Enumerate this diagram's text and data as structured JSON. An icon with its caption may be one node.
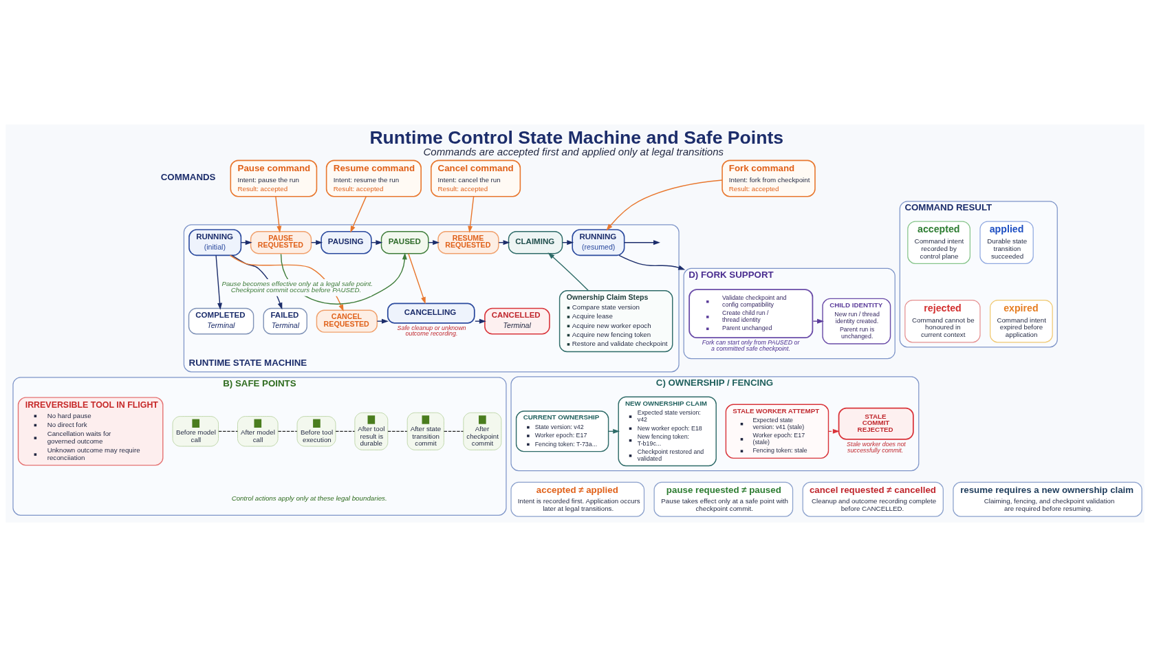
{
  "diagram": {
    "title": "Runtime Control State Machine and Safe Points",
    "caption": "Commands are accepted first and applied only at legal transitions",
    "nodes": [
      {
        "text": [
          "Pause command",
          "Intent: pause the run",
          "Result: accepted"
        ]
      },
      {
        "text": [
          "Resume command",
          "Intent: resume the run",
          "Result: accepted"
        ]
      },
      {
        "text": [
          "Cancel command",
          "Intent: cancel the run",
          "Result: accepted"
        ]
      },
      {
        "text": [
          "Fork command",
          "Intent: fork from checkpoint",
          "Result: accepted"
        ]
      },
      {
        "text": [
          "RUNTIME STATE MACHINE"
        ]
      },
      {
        "text": [
          "RUNNING",
          "(initial)"
        ],
        "in": 4
      },
      {
        "text": [
          "PAUSE REQUESTED"
        ],
        "in": 4
      },
      {
        "text": [
          "PAUSING"
        ],
        "in": 4
      },
      {
        "text": [
          "PAUSED"
        ],
        "in": 4
      },
      {
        "text": [
          "RESUME REQUESTED"
        ],
        "in": 4
      },
      {
        "text": [
          "CLAIMING"
        ],
        "in": 4
      },
      {
        "text": [
          "RUNNING",
          "(resumed)"
        ],
        "in": 4
      },
      {
        "text": [
          "Ownership Claim Steps",
          "Compare state version",
          "Acquire lease",
          "Acquire new worker epoch",
          "Acquire new fencing token",
          "Restore and validate checkpoint"
        ],
        "in": 4
      },
      {
        "text": [
          "COMPLETED",
          "Terminal"
        ],
        "in": 4
      },
      {
        "text": [
          "FAILED",
          "Terminal"
        ],
        "in": 4
      },
      {
        "text": [
          "CANCEL REQUESTED"
        ],
        "in": 4
      },
      {
        "text": [
          "CANCELLING"
        ],
        "in": 4,
        "beside": [
          "Safe cleanup or unknown outcome recording."
        ]
      },
      {
        "text": [
          "CANCELLED",
          "Terminal"
        ],
        "in": 4
      },
      {
        "text": [
          "COMMAND RESULT"
        ]
      },
      {
        "text": [
          "accepted",
          "Command intent recorded by control plane"
        ],
        "in": 18
      },
      {
        "text": [
          "applied",
          "Durable state transition succeeded"
        ],
        "in": 18
      },
      {
        "text": [
          "rejected",
          "Command cannot be honoured in current context"
        ],
        "in": 18
      },
      {
        "text": [
          "expired",
          "Command intent expired before application"
        ],
        "in": 18
      },
      {
        "text": [
          "B) SAFE POINTS"
        ]
      },
      {
        "text": [
          "IRREVERSIBLE TOOL IN FLIGHT",
          "No hard pause",
          "No direct fork",
          "Cancellation waits for governed outcome",
          "Unknown outcome may require reconciiation"
        ],
        "in": 23
      },
      {
        "text": [
          "Before model call"
        ],
        "in": 23
      },
      {
        "text": [
          "After model call"
        ],
        "in": 23
      },
      {
        "text": [
          "Before tool execution"
        ],
        "in": 23
      },
      {
        "text": [
          "After tool result is durable"
        ],
        "in": 23
      },
      {
        "text": [
          "After state transition commit"
        ],
        "in": 23
      },
      {
        "text": [
          "After checkpoint commit"
        ],
        "in": 23
      },
      {
        "text": [
          "C) OWNERSHIP / FENCING"
        ]
      },
      {
        "text": [
          "CURRENT OWNERSHIP",
          "State version: v42",
          "Worker epoch: E17",
          "Fencing token: T-73a..."
        ],
        "in": 31
      },
      {
        "text": [
          "NEW OWNERSHIP CLAIM",
          "Expected state version: v42",
          "New worker epoch: E18",
          "New fencing token: T-b19c...",
          "Checkpoint restored and validated"
        ],
        "in": 31
      },
      {
        "text": [
          "STALE WORKER ATTEMPT",
          "Expected state version: v41 (stale)",
          "Worker epoch: E17 (stale)",
          "Fencing token: stale"
        ],
        "in": 31
      },
      {
        "text": [
          "STALE COMMIT REJECTED"
        ],
        "in": 31,
        "beside": [
          "Stale worker does not successfully commit."
        ]
      },
      {
        "text": [
          "D) FORK SUPPORT"
        ]
      },
      {
        "text": [
          "Validate checkpoint and config compatibility",
          "Create child run / thread identity",
          "Parent unchanged"
        ],
        "in": 36,
        "beside": [
          "Fork can start only from PAUSED or a committed safe checkpoint."
        ]
      },
      {
        "text": [
          "CHILD IDENTITY",
          "New run / thread identity created.",
          "Parent run is unchanged."
        ],
        "in": 36
      },
      {
        "text": [
          "accepted ≠ applied",
          "Intent is recorded first. Application occurs later at legal transitions."
        ]
      },
      {
        "text": [
          "pause requested ≠ paused",
          "Pause takes effect only at a safe point with checkpoint commit."
        ]
      },
      {
        "text": [
          "cancel requested ≠ cancelled",
          "Cleanup and outcome recording complete before CANCELLED."
        ]
      },
      {
        "text": [
          "resume requires a new ownership claim",
          "Claiming, fencing, and checkpoint validation are required before resuming."
        ]
      }
    ],
    "edges": [
      {
        "from": 0,
        "to": 6,
        "arrow": "to",
        "color": "#e8772e"
      },
      {
        "from": 1,
        "to": 7,
        "arrow": "to",
        "color": "#e8772e"
      },
      {
        "from": 2,
        "to": 9,
        "arrow": "to",
        "color": "#e8772e"
      },
      {
        "from": 3,
        "to": 11,
        "arrow": "to",
        "color": "#e8772e"
      },
      {
        "from": 5,
        "to": 6,
        "arrow": "to"
      },
      {
        "from": 6,
        "to": 7,
        "arrow": "to"
      },
      {
        "from": 7,
        "to": 8,
        "arrow": "to"
      },
      {
        "from": 8,
        "to": 9,
        "arrow": "to"
      },
      {
        "from": 9,
        "to": 10,
        "arrow": "to"
      },
      {
        "from": 10,
        "to": 11,
        "arrow": "to"
      },
      {
        "from": 11,
        "to": null,
        "arrow": "to"
      },
      {
        "from": 12,
        "to": 10,
        "arrow": "to",
        "color": "#2e6b68"
      },
      {
        "from": 5,
        "to": 13,
        "arrow": "to"
      },
      {
        "from": 5,
        "to": 14,
        "arrow": "to"
      },
      {
        "from": 5,
        "to": 15,
        "arrow": "to",
        "color": "#e8772e"
      },
      {
        "from": 8,
        "to": 16,
        "arrow": "to",
        "color": "#e8772e"
      },
      {
        "from": 15,
        "to": 16,
        "arrow": "to"
      },
      {
        "from": 16,
        "to": 17,
        "arrow": "to"
      },
      {
        "from": 11,
        "to": 36,
        "arrow": "to"
      },
      {
        "from": 25,
        "to": 26,
        "arrow": "none",
        "style": "dashed",
        "color": "#222222"
      },
      {
        "from": 26,
        "to": 27,
        "arrow": "none",
        "style": "dashed",
        "color": "#222222"
      },
      {
        "from": 27,
        "to": 28,
        "arrow": "none",
        "style": "dashed",
        "color": "#222222"
      },
      {
        "from": 28,
        "to": 29,
        "arrow": "none",
        "style": "dashed",
        "color": "#222222"
      },
      {
        "from": 29,
        "to": 30,
        "arrow": "none",
        "style": "dashed",
        "color": "#222222"
      },
      {
        "from": 32,
        "to": 33,
        "arrow": "to",
        "color": "#2e6b68"
      },
      {
        "from": 34,
        "to": 35,
        "arrow": "to",
        "style": "dashed",
        "color": "#d9343a"
      },
      {
        "from": 37,
        "to": 38,
        "arrow": "to",
        "color": "#5b3c9a"
      },
      {
        "from": 6,
        "to": 8,
        "arrow": "to",
        "label": "Pause becomes effective only at a legal safe point. Checkpoint commit occurs before PAUSED.",
        "color": "#3f7d3a"
      }
    ],
    "labels": [
      "COMMANDS",
      "Control actions apply only at these legal boundaries."
    ]
  }
}
